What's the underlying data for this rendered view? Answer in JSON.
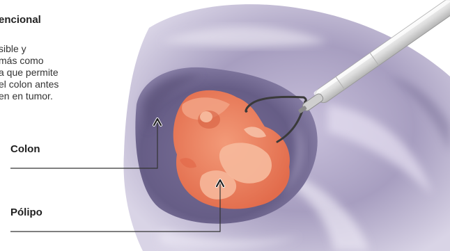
{
  "heading": "encional",
  "description": {
    "lines": [
      "sible y",
      "más como",
      "a que permite",
      "el colon antes",
      "en en tumor."
    ]
  },
  "labels": {
    "colon": "Colon",
    "polipo": "Pólipo"
  },
  "colors": {
    "colon_wall": "#8d84ab",
    "lumen_dark": "#5d5479",
    "polyp": "#ee8060",
    "polyp_highlight": "#f6b79a",
    "leader_line": "#333333"
  }
}
